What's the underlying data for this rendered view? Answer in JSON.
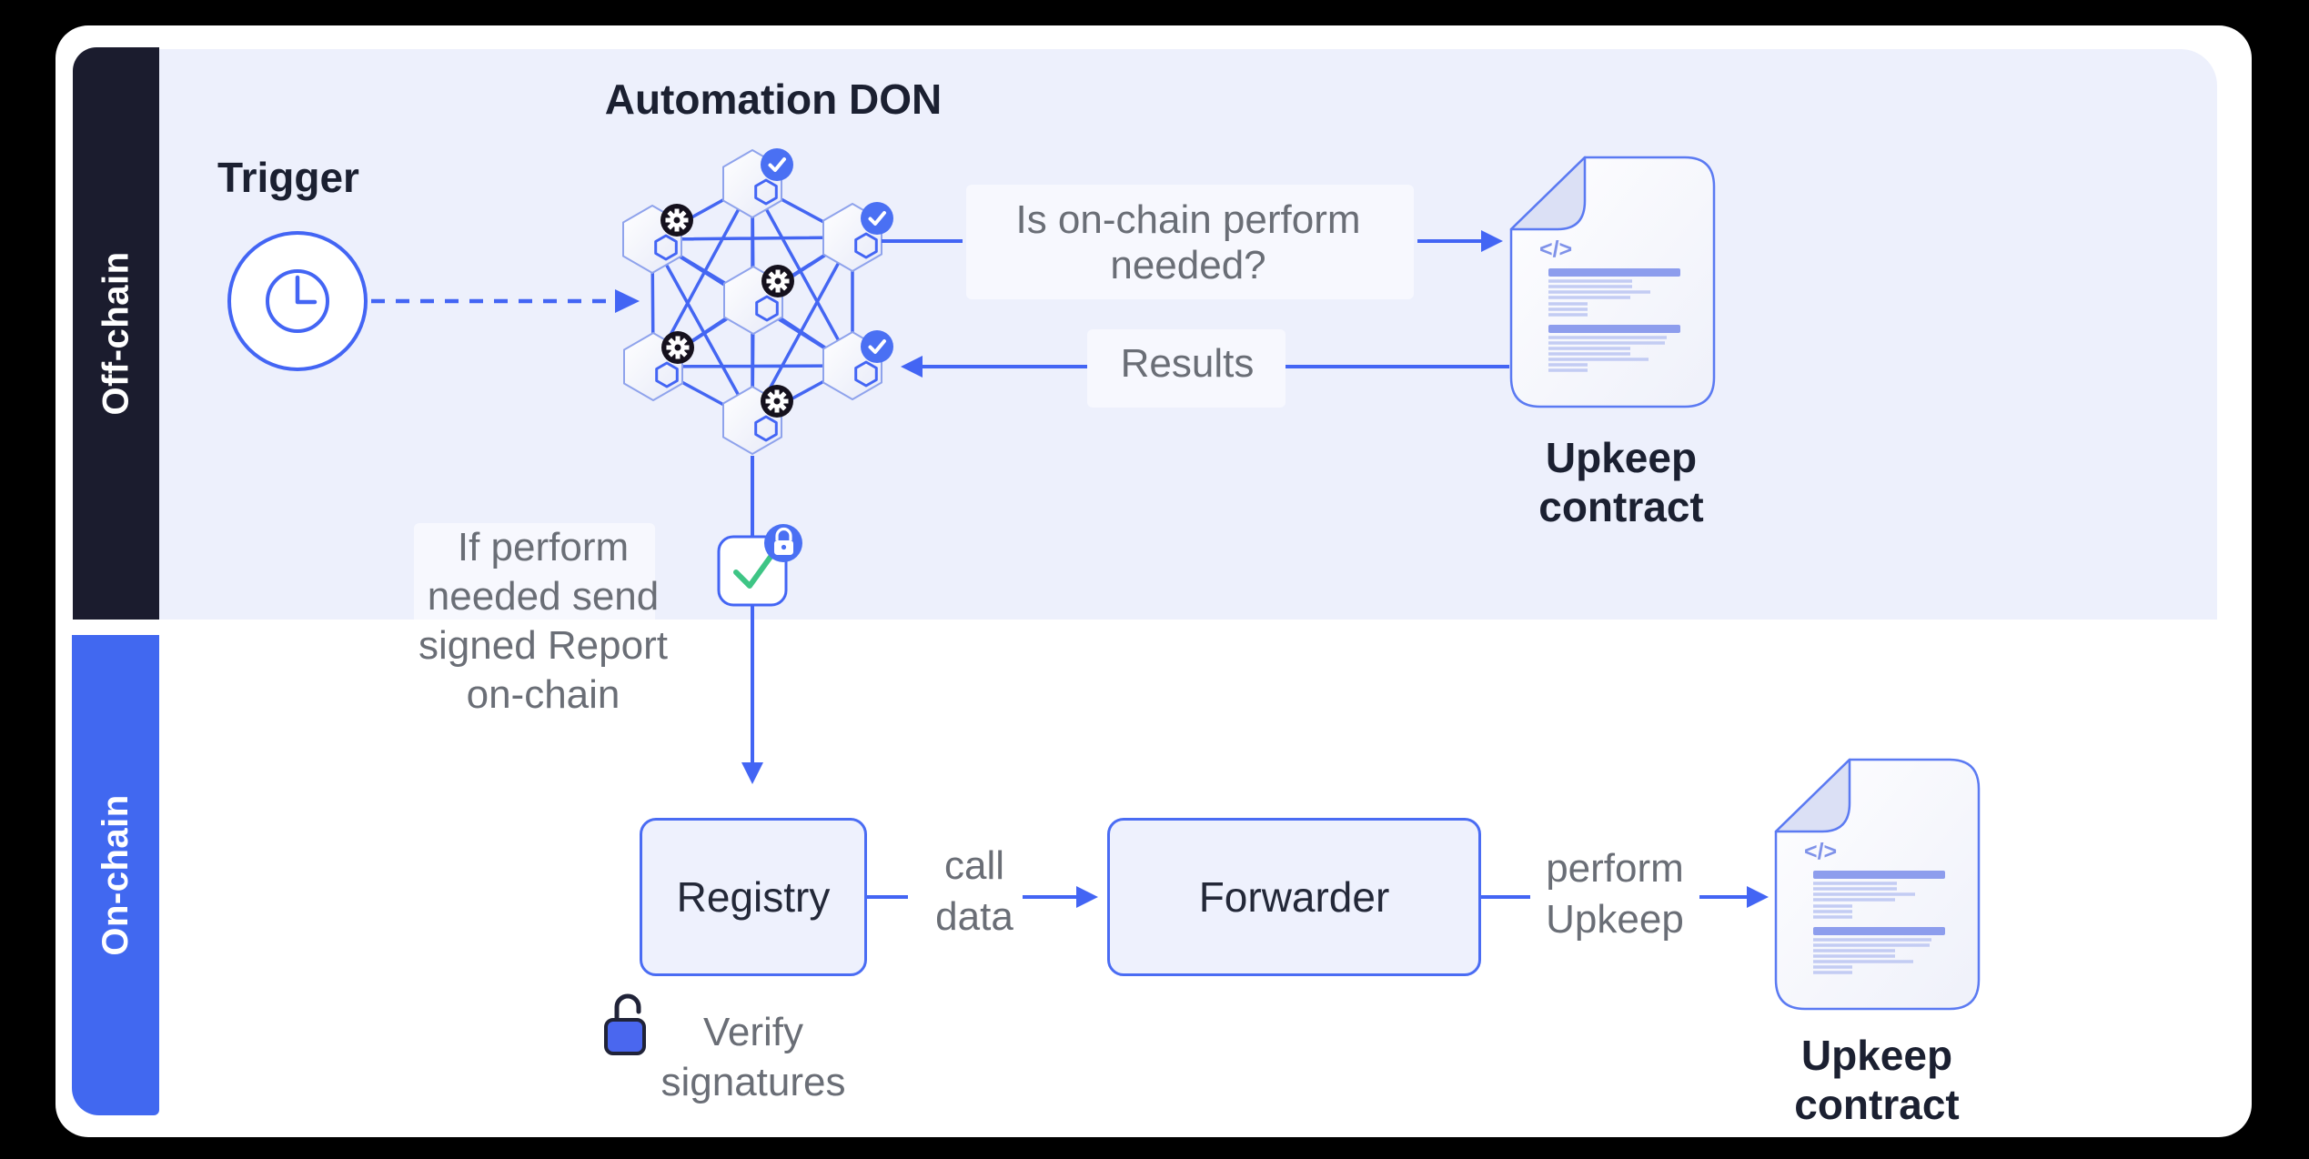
{
  "colors": {
    "accent_blue": "#4365f4",
    "sidebar_dark": "#1b1c2e",
    "sidebar_blue": "#4168f0",
    "offchain_background": "#edf0fc",
    "card_background": "#ffffff",
    "gray_text": "#6a6e76",
    "dark_text": "#1b2031",
    "green_check": "#3ec585",
    "badge_check_blue": "#4a70f3",
    "badge_gear_black": "#15111d",
    "doc_border": "#5b7af2"
  },
  "sidebar": {
    "offchain_label": "Off-chain",
    "onchain_label": "On-chain"
  },
  "offchain": {
    "trigger_label": "Trigger",
    "don_title": "Automation DON",
    "question_lines": [
      "Is on-chain perform",
      "needed?"
    ],
    "results_label": "Results",
    "report_note_lines": [
      "If perform",
      "needed send",
      "signed Report",
      "on-chain"
    ],
    "upkeep_contract_label": "Upkeep contract",
    "code_glyph": "</>"
  },
  "onchain": {
    "registry_label": "Registry",
    "forwarder_label": "Forwarder",
    "call_data_lines": [
      "call",
      "data"
    ],
    "perform_upkeep_lines": [
      "perform",
      "Upkeep"
    ],
    "verify_lines": [
      "Verify",
      "signatures"
    ],
    "upkeep_contract_label": "Upkeep contract",
    "code_glyph": "</>"
  }
}
